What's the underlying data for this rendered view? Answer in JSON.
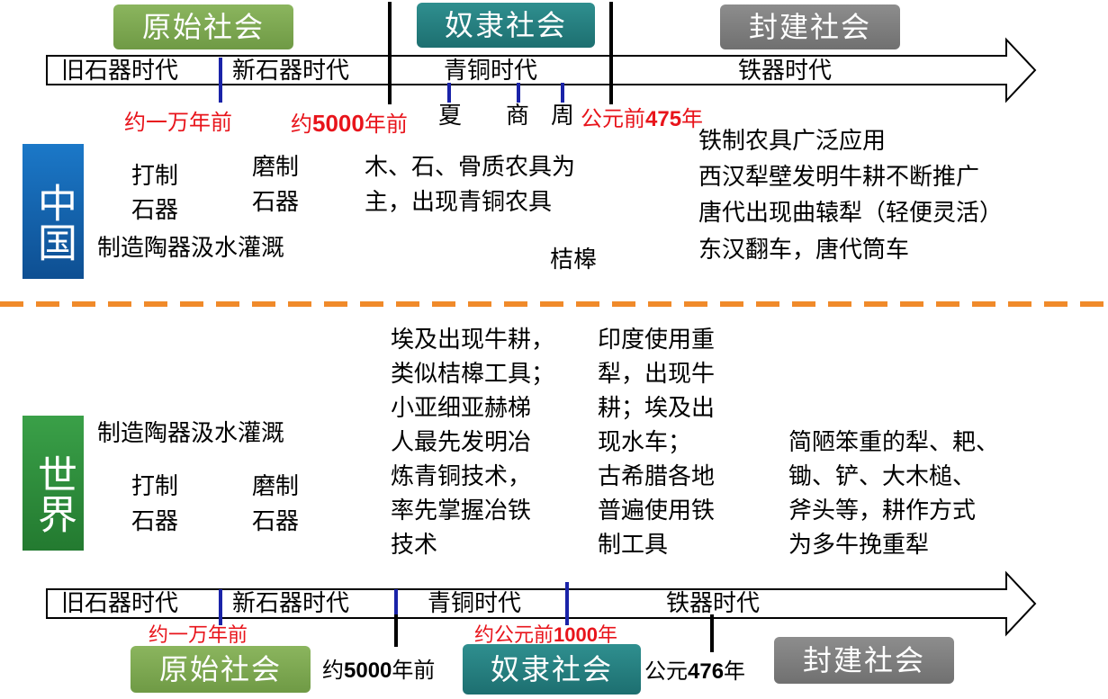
{
  "china": {
    "side_label": "中国",
    "badges": {
      "primitive": "原始社会",
      "slave": "奴隶社会",
      "feudal": "封建社会"
    },
    "eras": [
      "旧石器时代",
      "新石器时代",
      "青铜时代",
      "铁器时代"
    ],
    "markers": {
      "m1": "约一万年前",
      "m2_prefix": "约",
      "m2_num": "5000",
      "m2_suffix": "年前",
      "xia": "夏",
      "shang": "商",
      "zhou": "周",
      "m3_prefix": "公元前",
      "m3_num": "475",
      "m3_suffix": "年"
    },
    "tools": {
      "chipped_1": "打制",
      "chipped_2": "石器",
      "polished_1": "磨制",
      "polished_2": "石器",
      "pottery": "制造陶器汲水灌溉",
      "bronze_1": "木、石、骨质农具为",
      "bronze_2": "主，出现青铜农具",
      "jiegao": "桔槔",
      "iron_1": "铁制农具广泛应用",
      "iron_2": "西汉犁壁发明牛耕不断推广",
      "iron_3": "唐代出现曲辕犁（轻便灵活）",
      "iron_4": "东汉翻车，唐代筒车"
    }
  },
  "world": {
    "side_label": "世界",
    "badges": {
      "primitive": "原始社会",
      "slave": "奴隶社会",
      "feudal": "封建社会"
    },
    "eras": [
      "旧石器时代",
      "新石器时代",
      "青铜时代",
      "铁器时代"
    ],
    "markers": {
      "m1": "约一万年前",
      "m2_prefix": "约",
      "m2_num": "5000",
      "m2_suffix": "年前",
      "m3_prefix": "约公元前",
      "m3_num": "1000",
      "m3_suffix": "年",
      "m4_prefix": "公元",
      "m4_num": "476",
      "m4_suffix": "年"
    },
    "tools": {
      "pottery": "制造陶器汲水灌溉",
      "chipped_1": "打制",
      "chipped_2": "石器",
      "polished_1": "磨制",
      "polished_2": "石器",
      "col1": [
        "埃及出现牛耕，",
        "类似桔槔工具；",
        "小亚细亚赫梯",
        "人最先发明冶",
        "炼青铜技术，",
        "率先掌握冶铁",
        "技术"
      ],
      "col2": [
        "印度使用重",
        "犁，出现牛",
        "耕；埃及出",
        "现水车；",
        "古希腊各地",
        "普遍使用铁",
        "制工具"
      ],
      "col3": [
        "简陋笨重的犁、耙、",
        "锄、铲、大木槌、",
        "斧头等，耕作方式",
        "为多牛挽重犁"
      ]
    }
  },
  "colors": {
    "china_side": "#1060a8",
    "world_side": "#2e8a3a",
    "divider": "#f08a2a",
    "red_text": "#e8141b",
    "tick_blue": "#1a23a8"
  }
}
